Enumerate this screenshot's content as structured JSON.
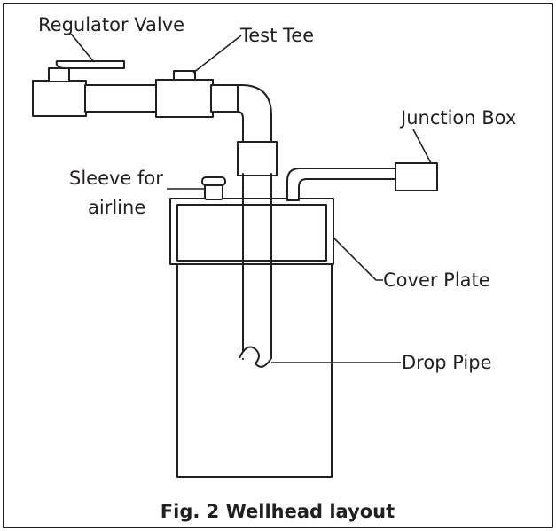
{
  "labels": {
    "regulator_valve": "Regulator Valve",
    "test_tee": "Test Tee",
    "junction_box": "Junction Box",
    "sleeve_line1": "Sleeve for",
    "sleeve_line2": "airline",
    "cover_plate": "Cover Plate",
    "drop_pipe": "Drop Pipe"
  },
  "caption": "Fig. 2 Wellhead layout",
  "colors": {
    "line": "#231f20",
    "background": "#ffffff"
  }
}
